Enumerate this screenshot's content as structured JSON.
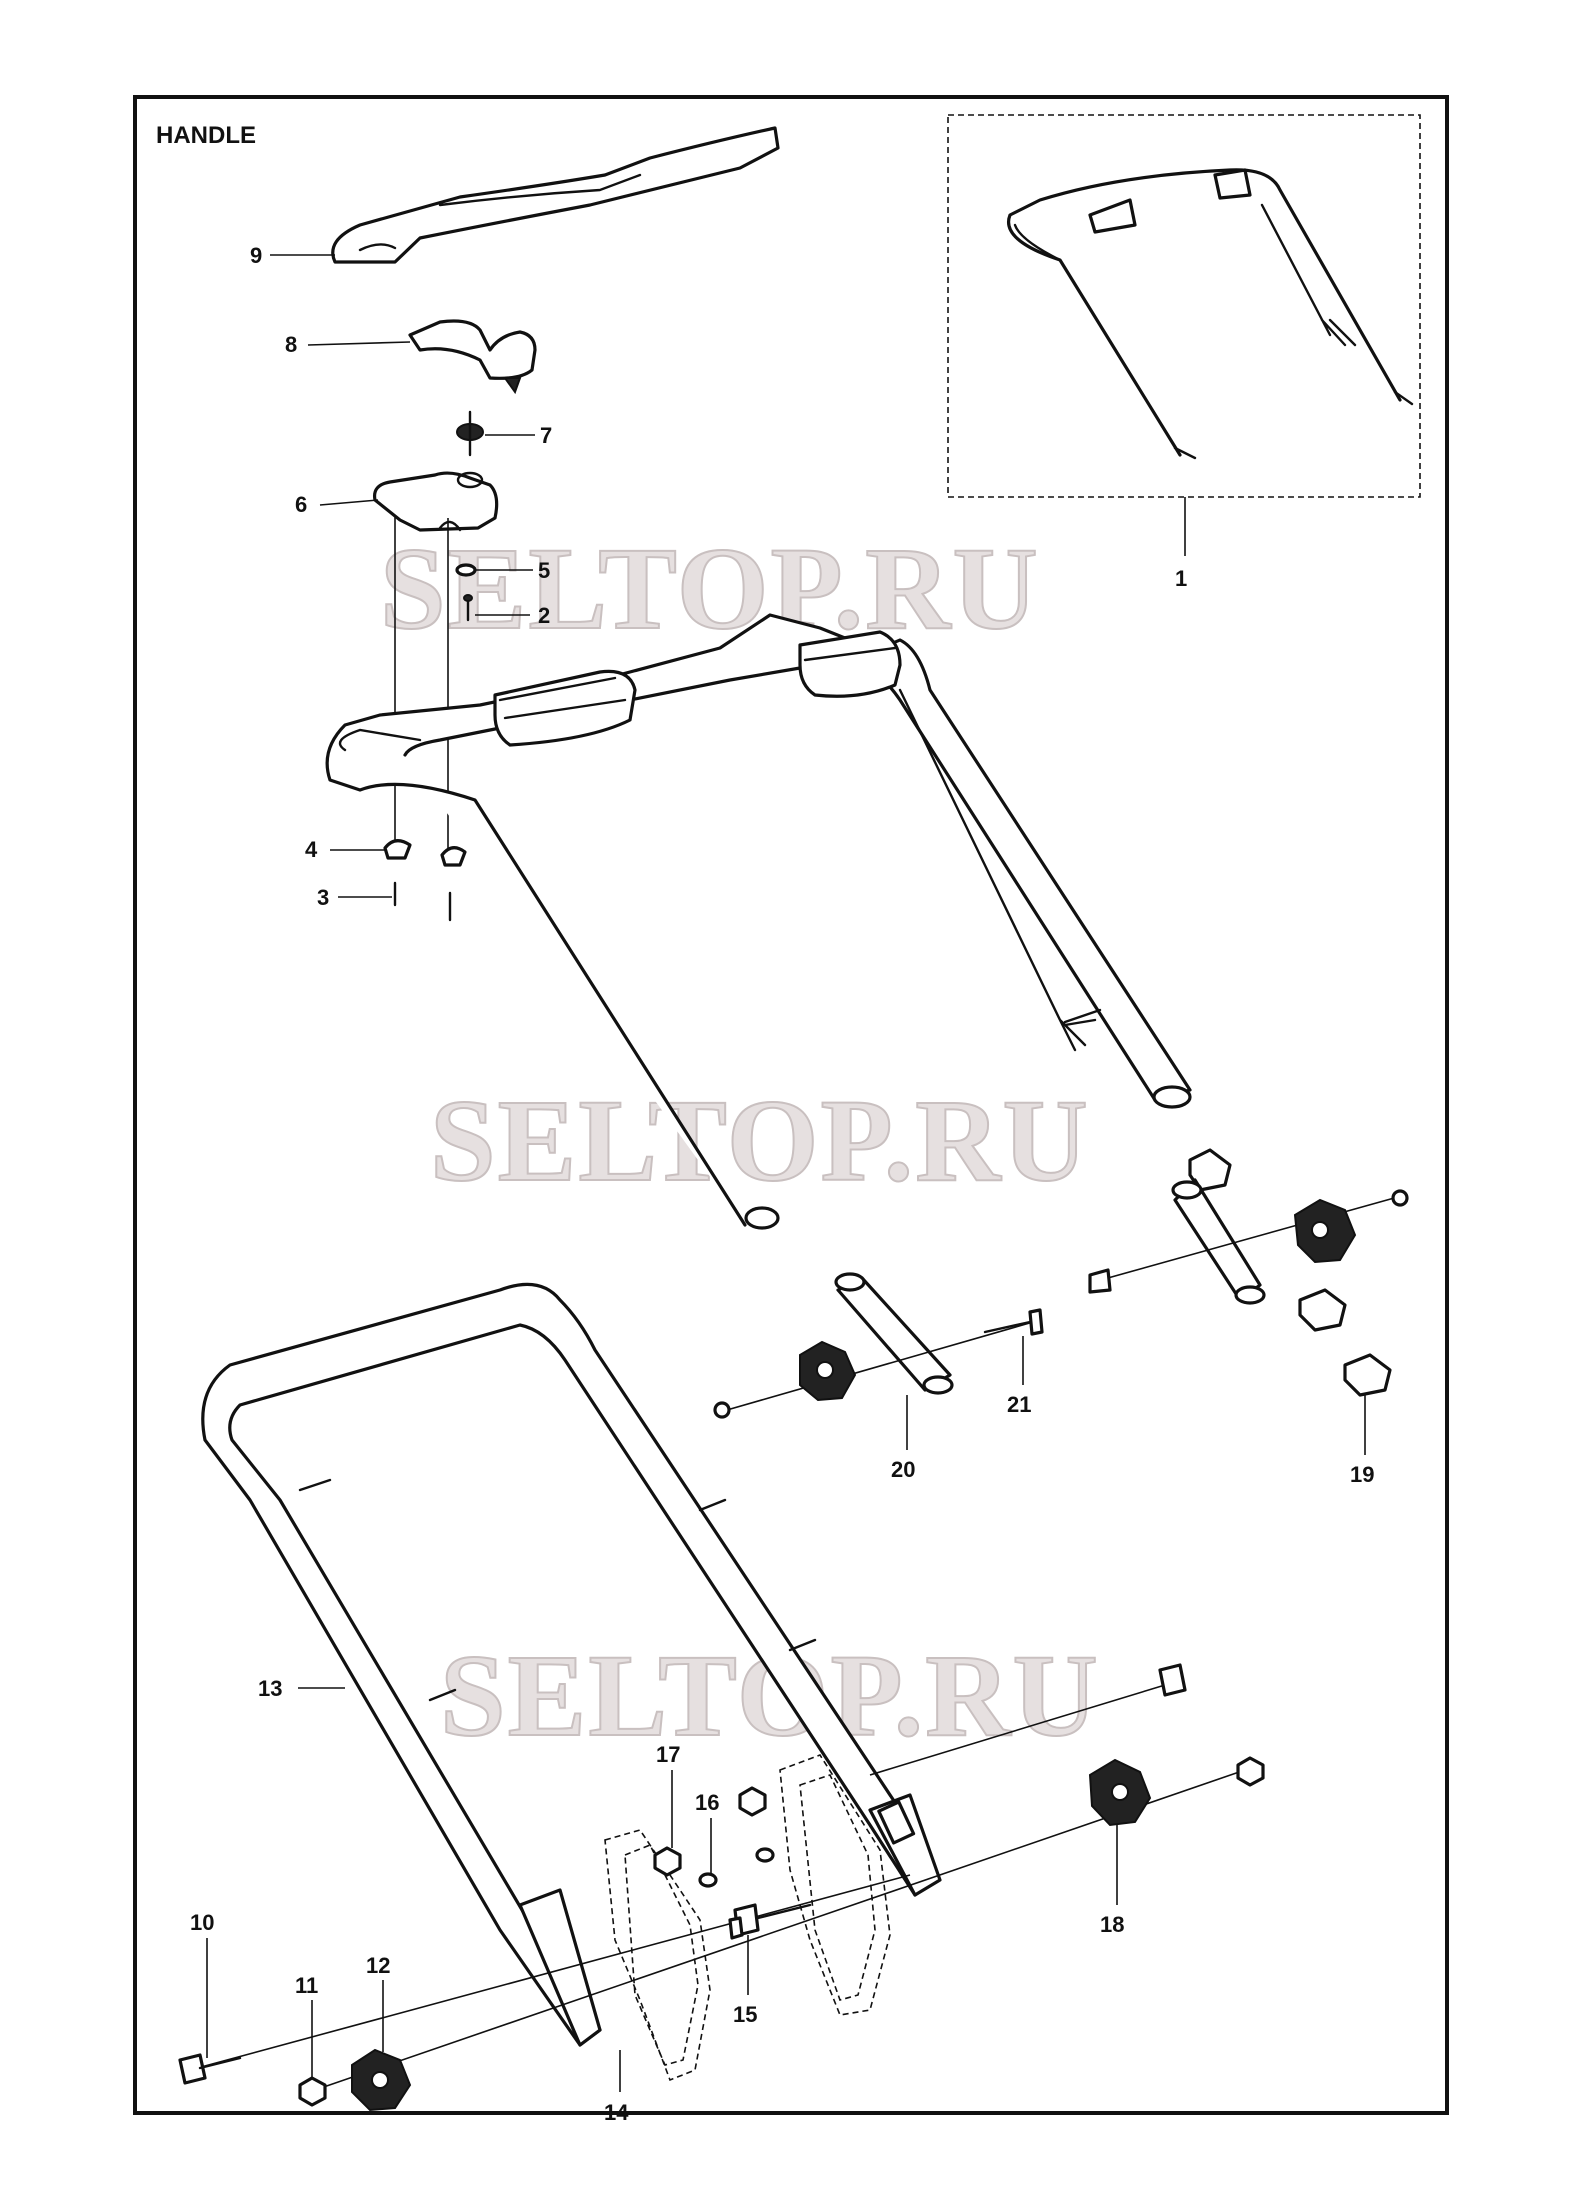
{
  "title": "HANDLE",
  "watermark": "SELTOP.RU",
  "callouts": [
    "1",
    "2",
    "3",
    "4",
    "5",
    "6",
    "7",
    "8",
    "9",
    "10",
    "11",
    "12",
    "13",
    "14",
    "15",
    "16",
    "17",
    "18",
    "19",
    "20",
    "21"
  ],
  "colors": {
    "line": "#111111",
    "background": "#ffffff",
    "watermark": "#e6e0e0"
  }
}
